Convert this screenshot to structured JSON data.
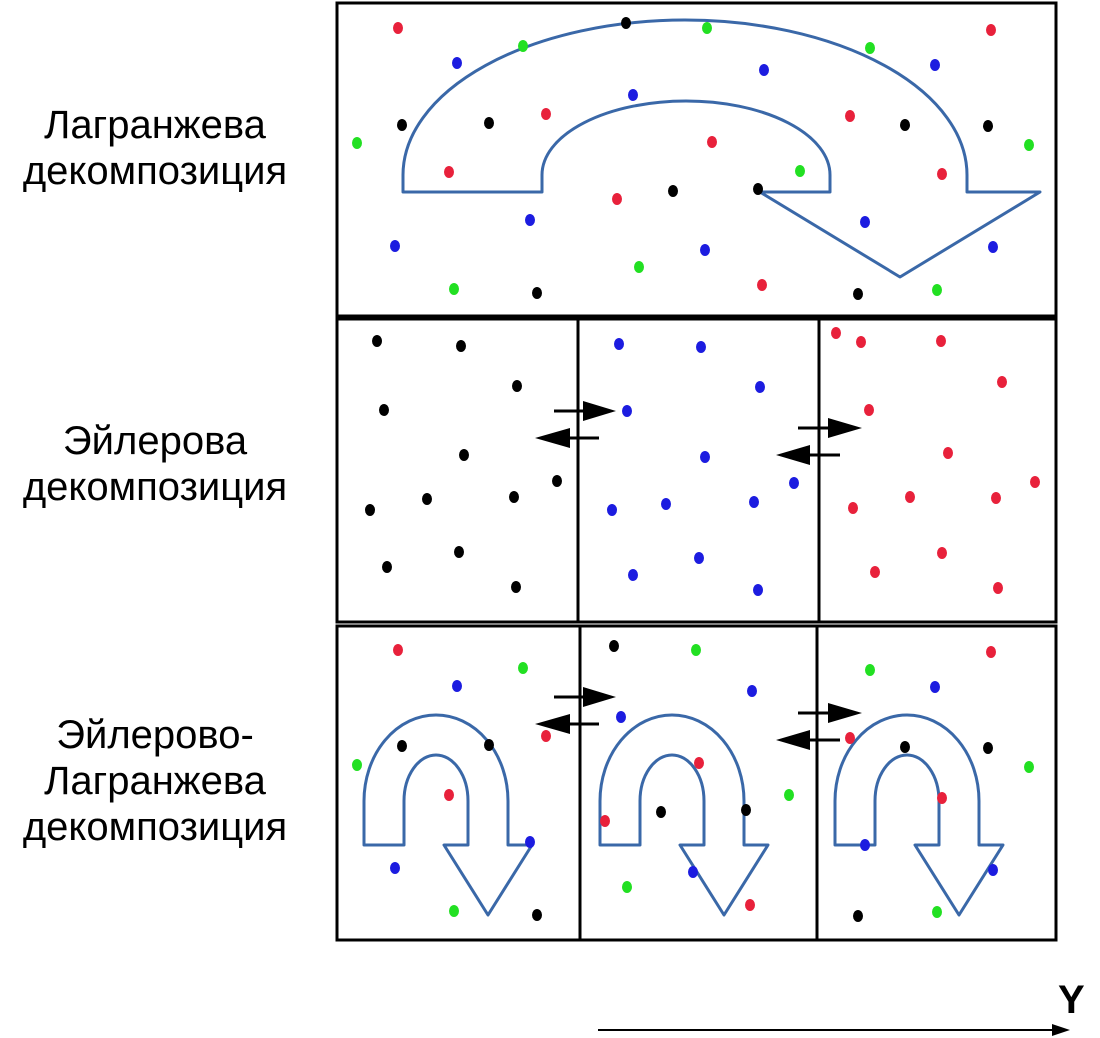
{
  "rows": [
    {
      "label_lines": [
        "Лагранжева",
        "декомпозиция"
      ]
    },
    {
      "label_lines": [
        "Эйлерова",
        "декомпозиция"
      ]
    },
    {
      "label_lines": [
        "Эйлерово-",
        "Лагранжева",
        "декомпозиция"
      ]
    }
  ],
  "axis": {
    "label": "Y"
  },
  "colors": {
    "red": "#e8213b",
    "blue": "#1c1ce0",
    "green": "#22e022",
    "black": "#000000",
    "arrow_outline": "#3a68a8",
    "panel_border": "#000000"
  }
}
